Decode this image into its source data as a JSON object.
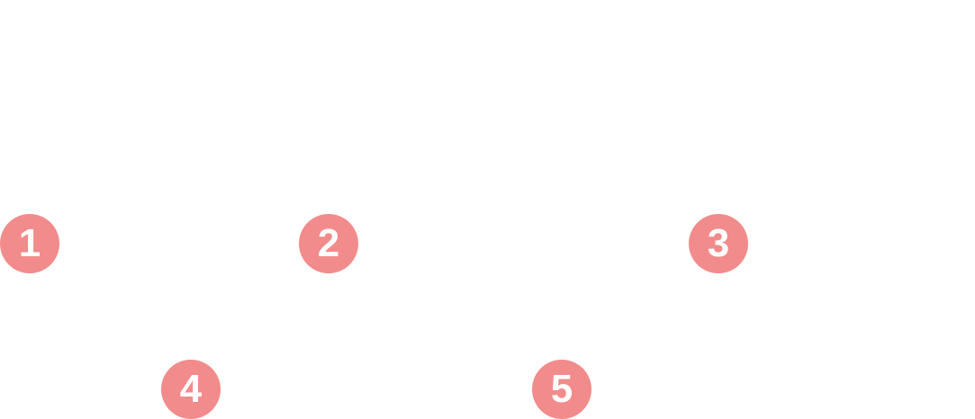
{
  "colors": {
    "background": "#ffffff",
    "marker_fill": "#f28b8b",
    "marker_text": "#ffffff"
  },
  "markers": [
    {
      "label": "1"
    },
    {
      "label": "2"
    },
    {
      "label": "3"
    },
    {
      "label": "4"
    },
    {
      "label": "5"
    }
  ]
}
